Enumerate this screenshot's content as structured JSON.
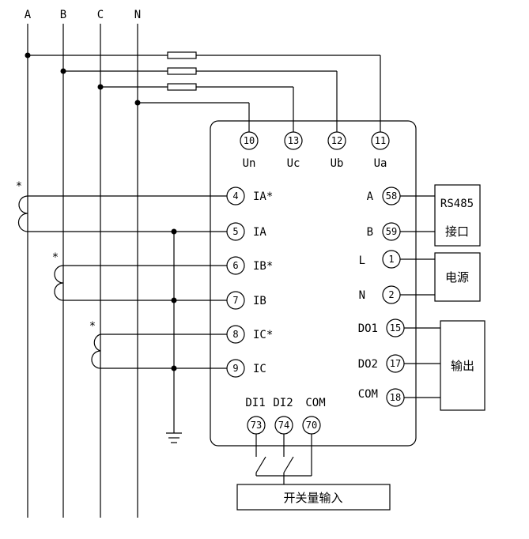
{
  "phases": [
    "A",
    "B",
    "C",
    "N"
  ],
  "voltage_terminals": [
    {
      "num": "10",
      "label": "Un"
    },
    {
      "num": "13",
      "label": "Uc"
    },
    {
      "num": "12",
      "label": "Ub"
    },
    {
      "num": "11",
      "label": "Ua"
    }
  ],
  "current_terminals": [
    {
      "num": "4",
      "label": "IA*"
    },
    {
      "num": "5",
      "label": "IA"
    },
    {
      "num": "6",
      "label": "IB*"
    },
    {
      "num": "7",
      "label": "IB"
    },
    {
      "num": "8",
      "label": "IC*"
    },
    {
      "num": "9",
      "label": "IC"
    }
  ],
  "ct_marker": "*",
  "right_terminals": [
    {
      "label": "A",
      "num": "58"
    },
    {
      "label": "B",
      "num": "59"
    },
    {
      "label": "L",
      "num": "1"
    },
    {
      "label": "N",
      "num": "2"
    },
    {
      "label": "DO1",
      "num": "15"
    },
    {
      "label": "DO2",
      "num": "17"
    },
    {
      "label": "COM",
      "num": "18"
    }
  ],
  "boxes": {
    "rs485_line1": "RS485",
    "rs485_line2": "接口",
    "power": "电源",
    "output": "输出",
    "switch_input": "开关量输入"
  },
  "di_terminals": [
    {
      "label": "DI1",
      "num": "73"
    },
    {
      "label": "DI2",
      "num": "74"
    },
    {
      "label": "COM",
      "num": "70"
    }
  ]
}
